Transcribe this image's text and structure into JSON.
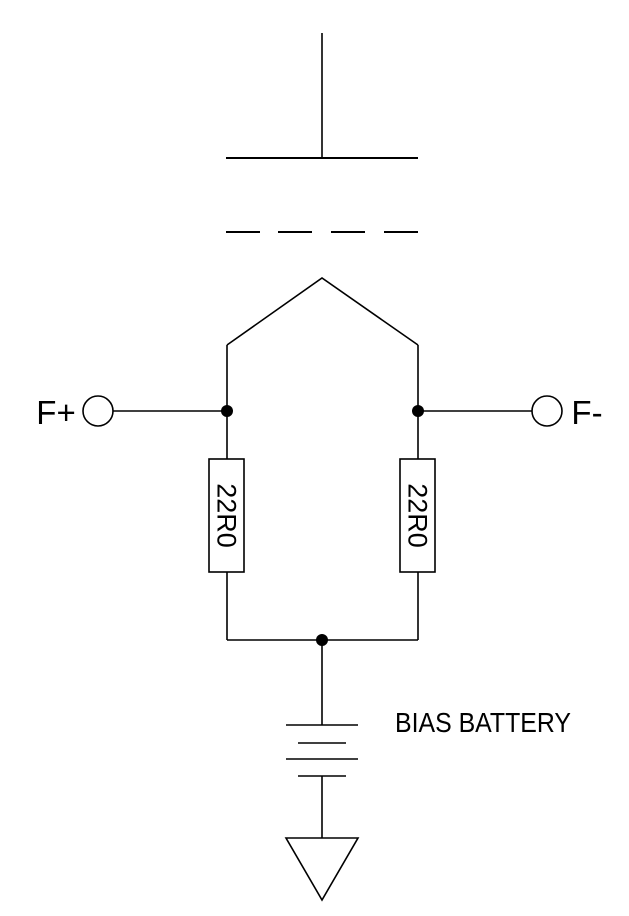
{
  "diagram": {
    "type": "tube filament bias schematic",
    "terminals": {
      "positive": "F+",
      "negative": "F-"
    },
    "resistors": [
      {
        "value": "22R0"
      },
      {
        "value": "22R0"
      }
    ],
    "battery_label": "BIAS BATTERY",
    "colors": {
      "line": "#000000",
      "background": "#ffffff"
    }
  }
}
